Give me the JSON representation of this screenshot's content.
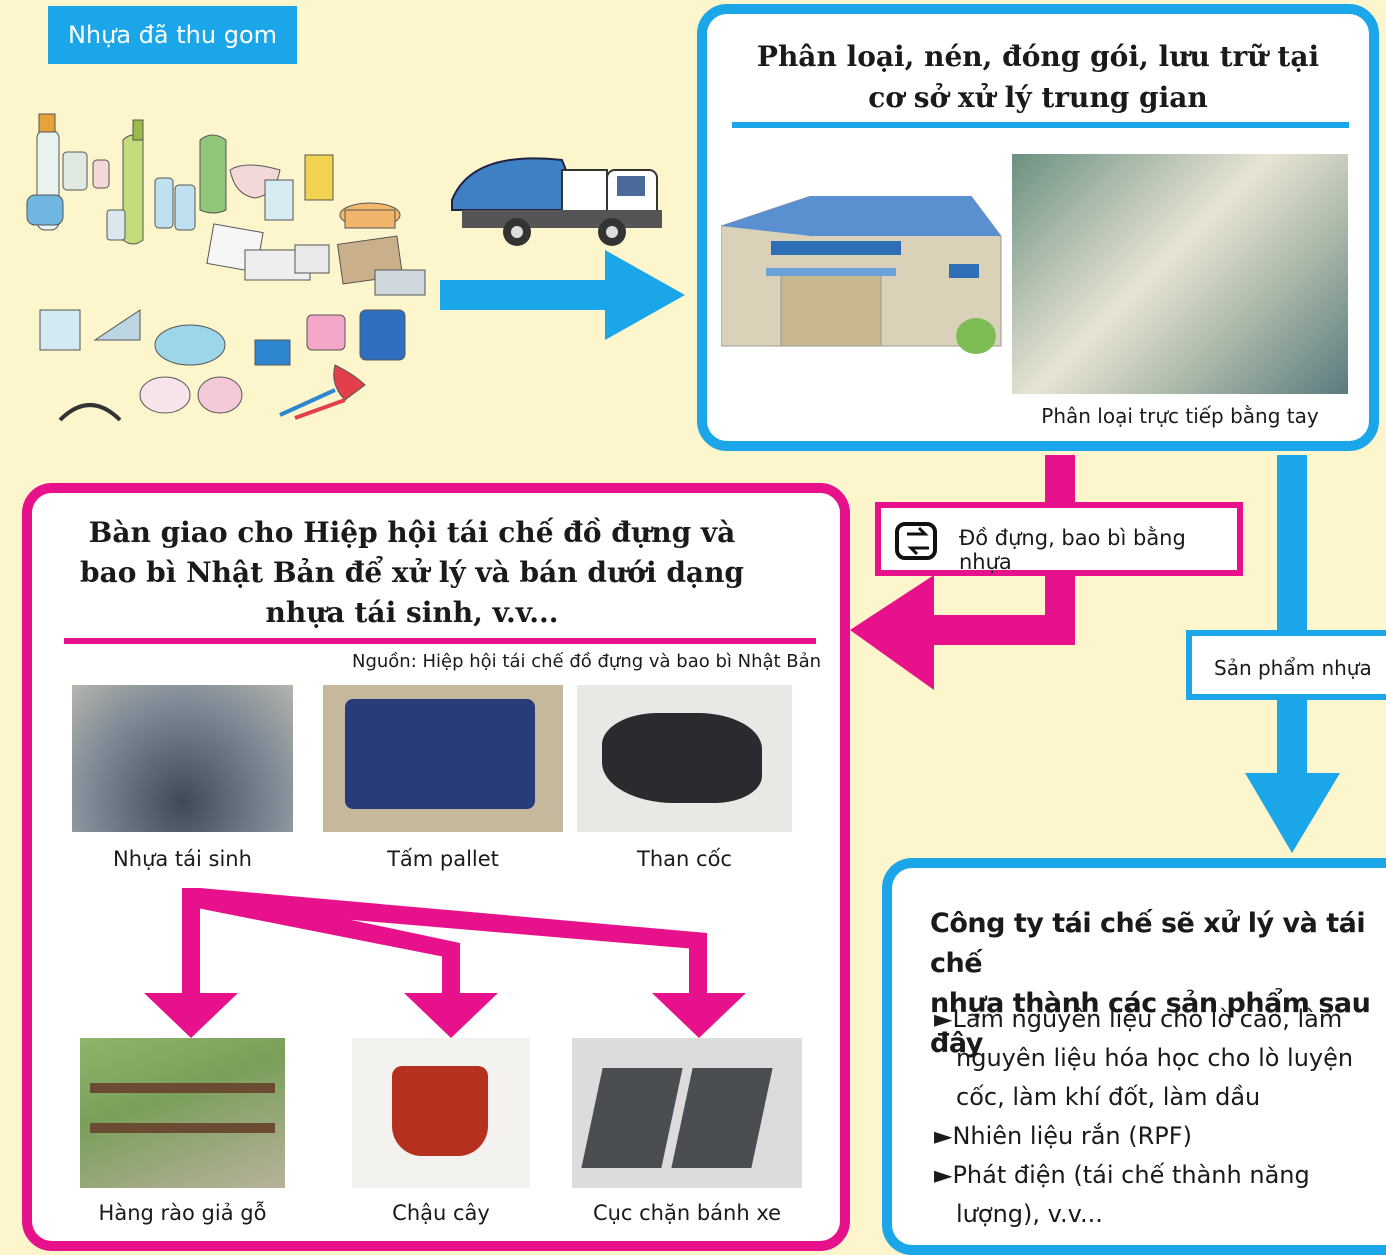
{
  "collected": {
    "label": "Nhựa đã thu gom"
  },
  "intermediate": {
    "title_line1": "Phân loại, nén, đóng gói, lưu trữ tại",
    "title_line2": "cơ sở xử lý trung gian",
    "photo_caption": "Phân loại trực tiếp bằng tay"
  },
  "container_tag": {
    "label": "Đồ đựng, bao bì bằng nhựa"
  },
  "product_tag": {
    "label": "Sản phẩm nhựa"
  },
  "association": {
    "title_line1": "Bàn giao cho Hiệp hội tái chế đồ đựng và",
    "title_line2": "bao bì Nhật Bản để xử lý và bán dưới dạng",
    "title_line3": "nhựa tái sinh, v.v...",
    "source": "Nguồn: Hiệp hội tái chế đồ đựng và bao bì Nhật Bản",
    "row1": [
      "Nhựa tái sinh",
      "Tấm pallet",
      "Than cốc"
    ],
    "row2": [
      "Hàng rào giả gỗ",
      "Chậu cây",
      "Cục chặn bánh xe"
    ]
  },
  "recycler": {
    "heading_line1": "Công ty tái chế sẽ xử lý và tái chế",
    "heading_line2": "nhựa thành các sản phẩm sau đây",
    "items": [
      "►Làm nguyên liệu cho lò cao, làm nguyên liệu hóa học cho lò luyện cốc, làm khí đốt, làm dầu",
      "►Nhiên liệu rắn (RPF)",
      "►Phát điện (tái chế thành năng lượng), v.v..."
    ]
  },
  "colors": {
    "blue": "#1aa6e8",
    "pink": "#e7128b",
    "background": "#fdf6cc"
  }
}
